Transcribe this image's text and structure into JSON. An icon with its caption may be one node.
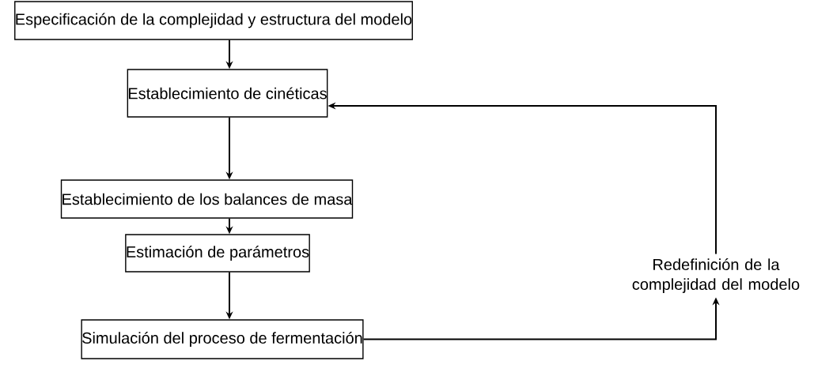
{
  "diagram": {
    "nodes": [
      {
        "text": [
          "Especificación de la complejidad y estructura del modelo"
        ]
      },
      {
        "text": [
          "Establecimiento de cinéticas"
        ]
      },
      {
        "text": [
          "Establecimiento de los balances de masa"
        ]
      },
      {
        "text": [
          "Estimación de parámetros"
        ]
      },
      {
        "text": [
          "Simulación del proceso de fermentación"
        ]
      },
      {
        "text": [
          "Redefinición de la complejidad del modelo"
        ]
      }
    ],
    "edges": [
      {
        "from": 0,
        "to": 1,
        "arrow": "to"
      },
      {
        "from": 1,
        "to": 2,
        "arrow": "to"
      },
      {
        "from": 2,
        "to": 3,
        "arrow": "to"
      },
      {
        "from": 3,
        "to": 4,
        "arrow": "to"
      },
      {
        "from": 4,
        "to": 5,
        "arrow": "to"
      },
      {
        "from": 5,
        "to": 1,
        "arrow": "to"
      }
    ]
  }
}
